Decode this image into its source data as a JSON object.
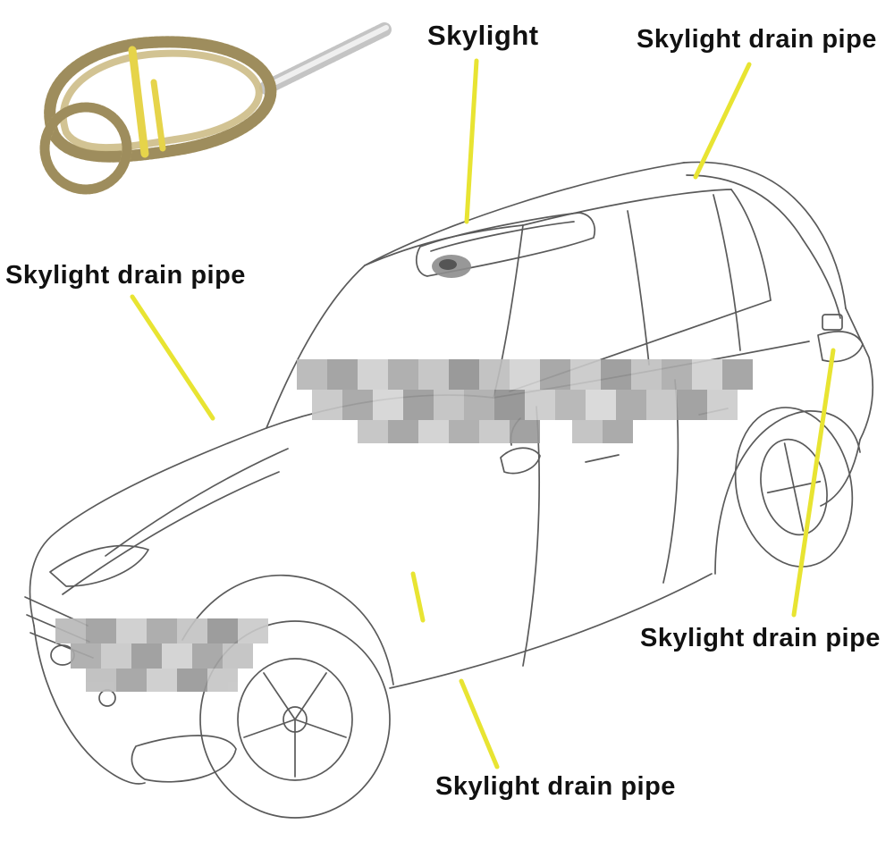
{
  "labels": {
    "skylight": "Skylight",
    "drain_top_right": "Skylight drain pipe",
    "drain_left": "Skylight drain pipe",
    "drain_bottom_right": "Skylight drain pipe",
    "drain_bottom_center": "Skylight drain pipe"
  },
  "colors": {
    "leader_line": "#e8e432",
    "line_art": "#555555",
    "coil_tool": "#bfae74",
    "coil_band": "#e6d44a",
    "background": "#ffffff"
  },
  "icons": {
    "cleaning_tool": "spring-drain-cleaner-with-brush-icon"
  }
}
